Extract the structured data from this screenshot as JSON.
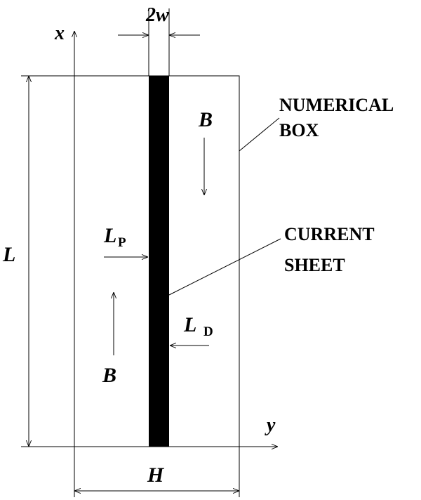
{
  "labels": {
    "x_axis": "x",
    "y_axis": "y",
    "width": "2w",
    "length": "L",
    "height": "H",
    "field_top": "B",
    "field_bottom": "B",
    "lp_main": "L",
    "lp_sub": "P",
    "ld_main": "L",
    "ld_sub": "D",
    "numerical_box_line1": "NUMERICAL",
    "numerical_box_line2": "BOX",
    "current_sheet_line1": "CURRENT",
    "current_sheet_line2": "SHEET"
  },
  "colors": {
    "ink": "#000000",
    "background": "#ffffff",
    "sheet": "#000000"
  }
}
